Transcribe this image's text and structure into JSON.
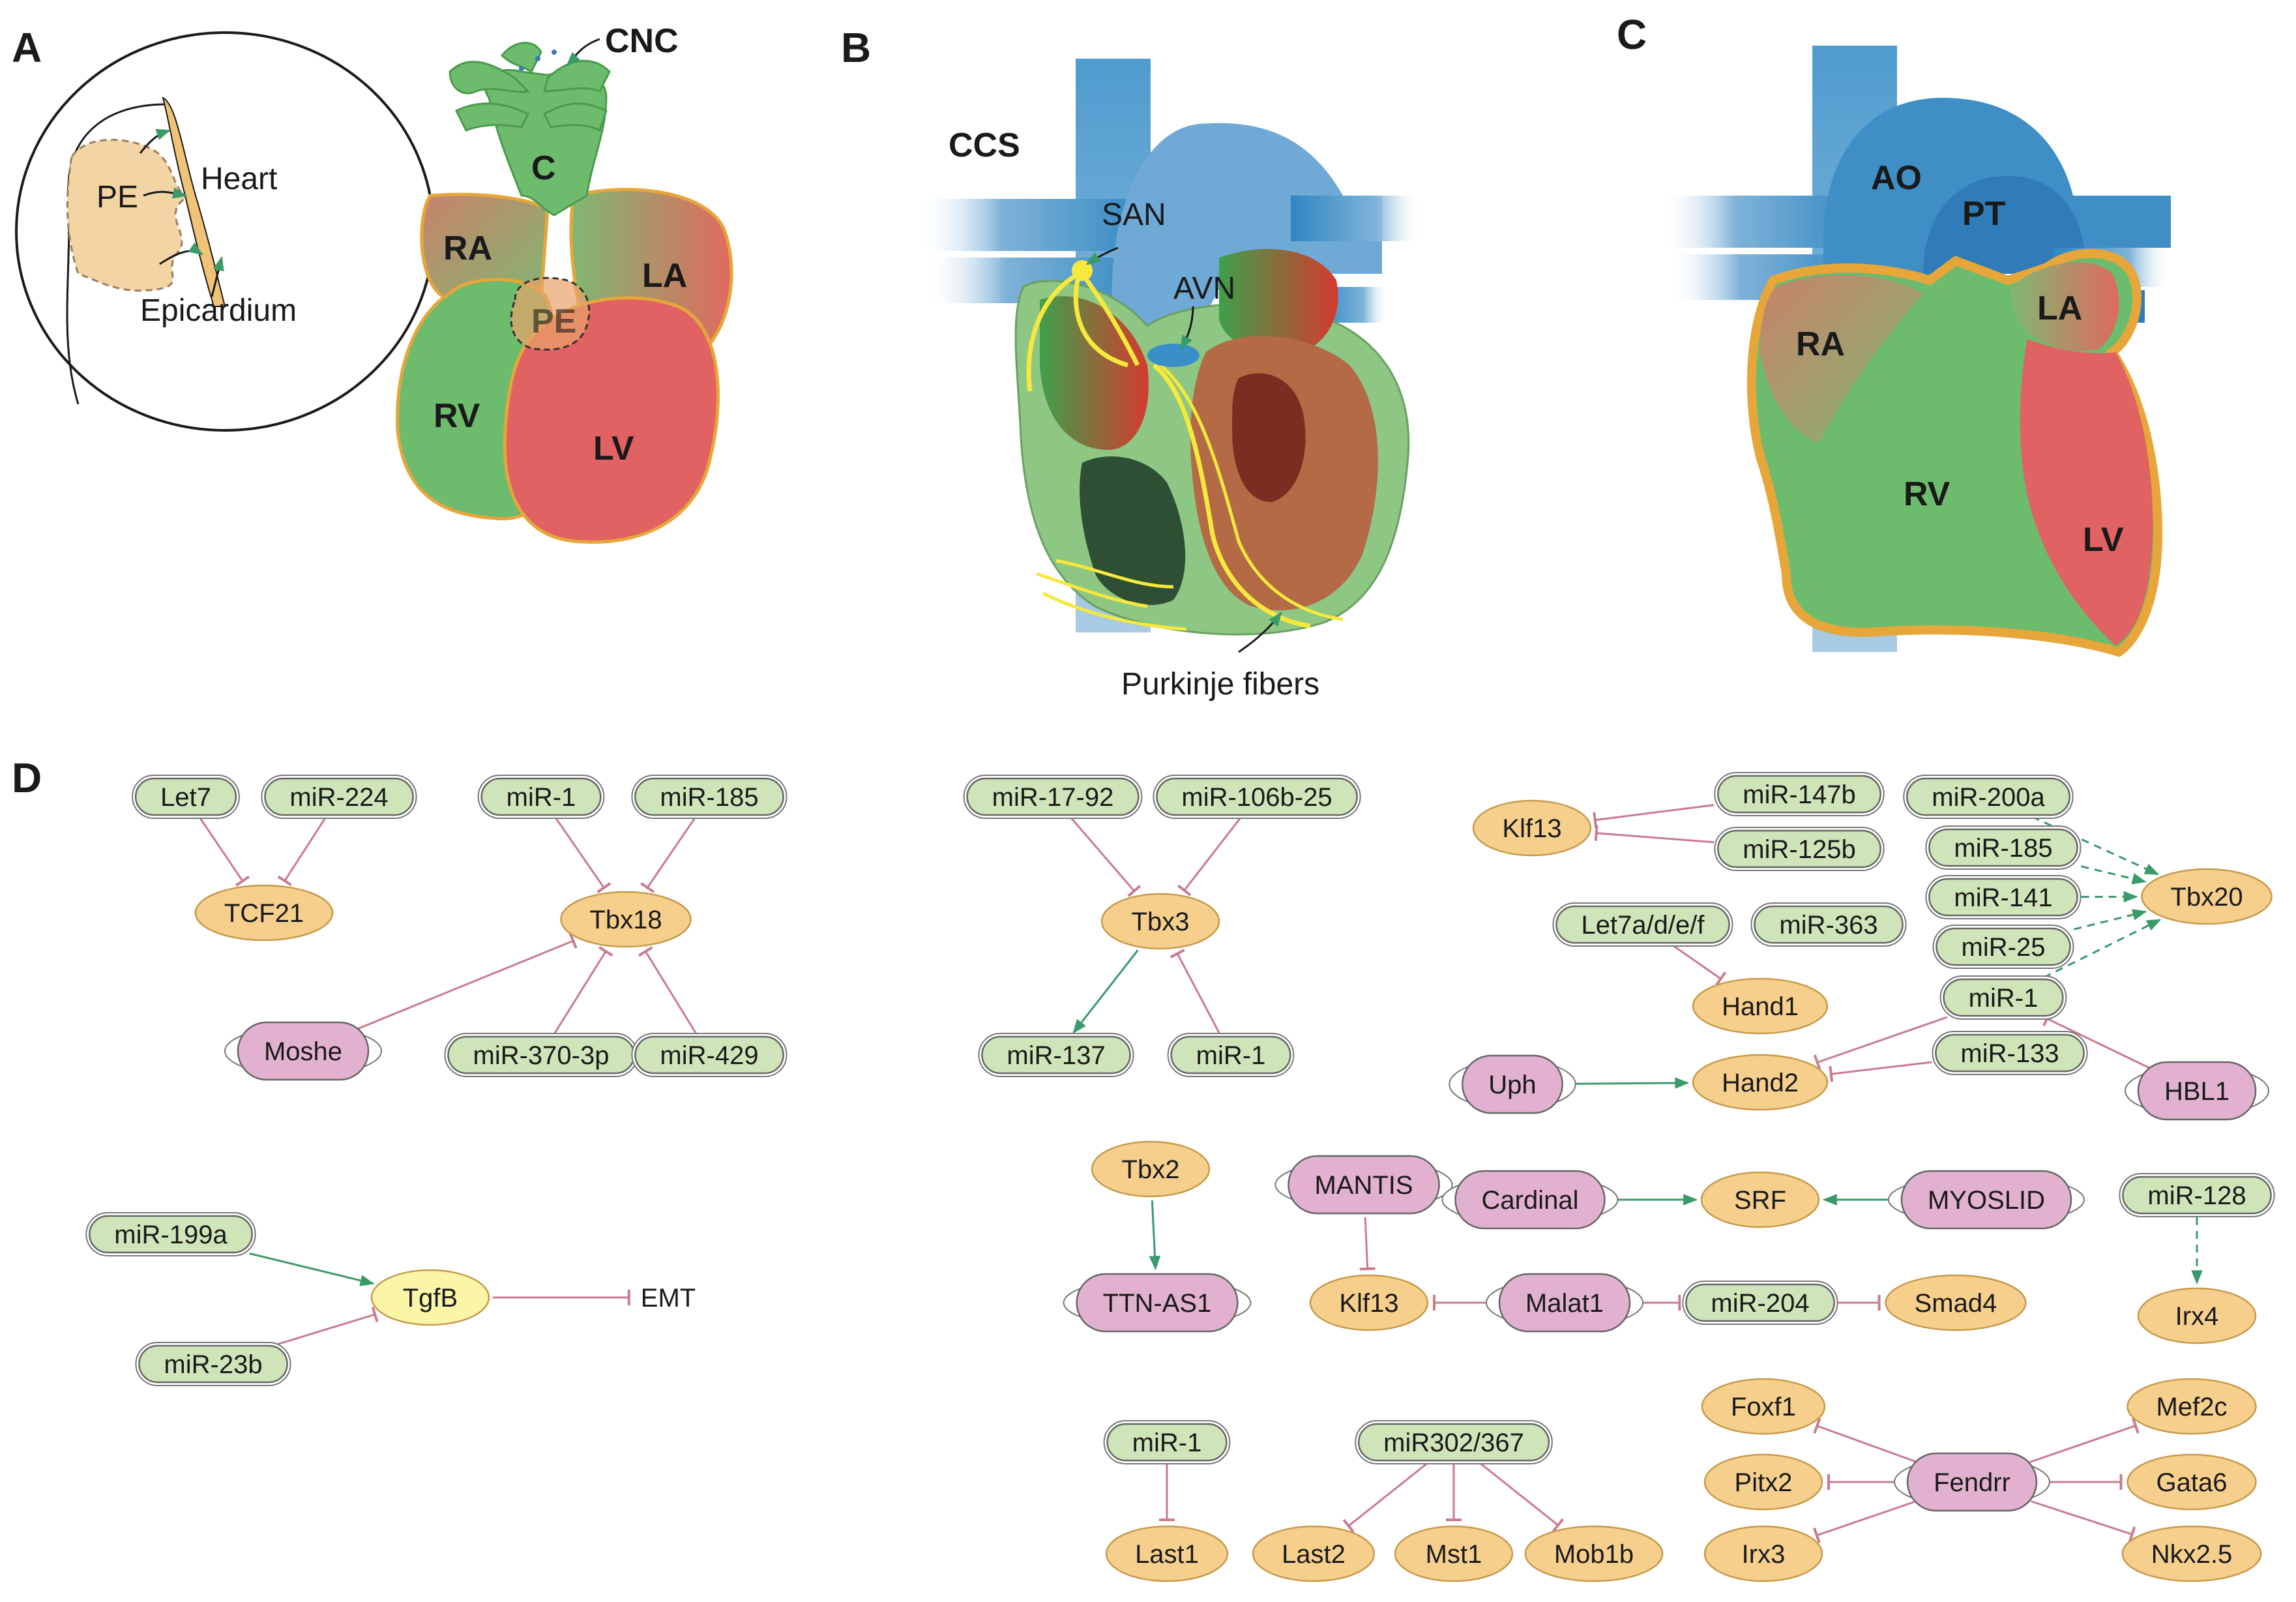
{
  "colors": {
    "gene": "#f6cf8d",
    "mirna": "#cfe5b9",
    "lncrna": "#e2b1d0",
    "inhibit": "#c97b8e",
    "activate": "#3a9a6a",
    "highlight": "#fbf5a8",
    "green_heart": "#6dbb6d",
    "red_heart": "#e06262",
    "vessel": "#4a96c8",
    "epicardium": "#e6a63a"
  },
  "panels": {
    "a": {
      "label": "A",
      "pe": "PE",
      "heart": "Heart",
      "epicardium": "Epicardium",
      "cnc": "CNC",
      "c": "C",
      "ra": "RA",
      "la": "LA",
      "pe2": "PE",
      "rv": "RV",
      "lv": "LV"
    },
    "b": {
      "label": "B",
      "ccs": "CCS",
      "san": "SAN",
      "avn": "AVN",
      "purkinje": "Purkinje fibers"
    },
    "c": {
      "label": "C",
      "ao": "AO",
      "pt": "PT",
      "ra": "RA",
      "la": "LA",
      "rv": "RV",
      "lv": "LV"
    },
    "d": {
      "label": "D"
    }
  },
  "nodes": {
    "let7": "Let7",
    "mir224": "miR-224",
    "tcf21": "TCF21",
    "mir1_a": "miR-1",
    "mir185_a": "miR-185",
    "tbx18": "Tbx18",
    "moshe": "Moshe",
    "mir370": "miR-370-3p",
    "mir429": "miR-429",
    "mir17": "miR-17-92",
    "mir106": "miR-106b-25",
    "tbx3": "Tbx3",
    "mir137": "miR-137",
    "mir1_b": "miR-1",
    "klf13_a": "Klf13",
    "mir147b": "miR-147b",
    "mir125b": "miR-125b",
    "let7adef": "Let7a/d/e/f",
    "mir363": "miR-363",
    "hand1": "Hand1",
    "uph": "Uph",
    "hand2": "Hand2",
    "mir200a": "miR-200a",
    "mir185_b": "miR-185",
    "mir141": "miR-141",
    "mir25": "miR-25",
    "mir1_c": "miR-1",
    "mir133": "miR-133",
    "tbx20": "Tbx20",
    "hbl1": "HBL1",
    "mir199a": "miR-199a",
    "tgfb": "TgfB",
    "emt": "EMT",
    "mir23b": "miR-23b",
    "tbx2": "Tbx2",
    "ttnas1": "TTN-AS1",
    "mantis": "MANTIS",
    "cardinal": "Cardinal",
    "srf": "SRF",
    "myoslid": "MYOSLID",
    "klf13_b": "Klf13",
    "malat1": "Malat1",
    "mir204": "miR-204",
    "smad4": "Smad4",
    "mir128": "miR-128",
    "irx4": "Irx4",
    "mir1_d": "miR-1",
    "last1": "Last1",
    "mir302": "miR302/367",
    "last2": "Last2",
    "mst1": "Mst1",
    "mob1b": "Mob1b",
    "foxf1": "Foxf1",
    "pitx2": "Pitx2",
    "irx3": "Irx3",
    "fendrr": "Fendrr",
    "mef2c": "Mef2c",
    "gata6": "Gata6",
    "nkx25": "Nkx2.5"
  }
}
